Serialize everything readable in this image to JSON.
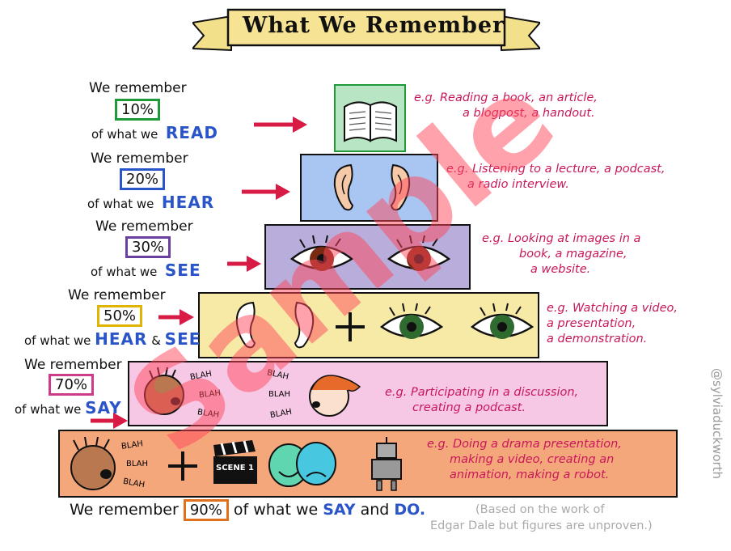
{
  "title": "What We Remember",
  "levels": [
    {
      "remember": "We remember",
      "percent": "10%",
      "of": "of what we",
      "verb": "READ",
      "eg1": "e.g. Reading a book, an article,",
      "eg2": "a blogpost, a handout.",
      "eg3": "",
      "pct_color": "#1f9a3a",
      "layer_color": "#b8e6c4"
    },
    {
      "remember": "We remember",
      "percent": "20%",
      "of": "of what we",
      "verb": "HEAR",
      "eg1": "e.g. Listening to a lecture, a podcast,",
      "eg2": "a radio interview.",
      "eg3": "",
      "pct_color": "#2a55c8",
      "layer_color": "#a9c6f2"
    },
    {
      "remember": "We remember",
      "percent": "30%",
      "of": "of what we",
      "verb": "SEE",
      "eg1": "e.g. Looking at images in a",
      "eg2": "book, a magazine,",
      "eg3": "a website.",
      "pct_color": "#6a3fa0",
      "layer_color": "#b9addb"
    },
    {
      "remember": "We remember",
      "percent": "50%",
      "of": "of what we",
      "verb": "HEAR",
      "verb_joiner": "&",
      "verb2": "SEE",
      "eg1": "e.g. Watching a video,",
      "eg2": "a presentation,",
      "eg3": "a demonstration.",
      "pct_color": "#e0b400",
      "layer_color": "#f7eaa6"
    },
    {
      "remember": "We remember",
      "percent": "70%",
      "of": "of what we",
      "verb": "SAY",
      "eg1": "e.g. Participating in a discussion,",
      "eg2": "creating a podcast.",
      "eg3": "",
      "pct_color": "#d03a8a",
      "layer_color": "#f6c8e6"
    },
    {
      "remember": "We remember",
      "percent": "90%",
      "of": "of what we",
      "verb": "SAY",
      "and": "and",
      "verb2": "DO.",
      "eg1": "e.g. Doing a drama presentation,",
      "eg2": "making a video, creating an",
      "eg3": "animation, making a robot.",
      "pct_color": "#e0701c",
      "layer_color": "#f5a77c"
    }
  ],
  "icons": {
    "scene_label": "SCENE 1",
    "blah": "BLAH"
  },
  "note_line1": "(Based on the work of",
  "note_line2": "Edgar Dale but figures are unproven.)",
  "credit": "@sylviaduckworth",
  "watermark": "Sample",
  "colors": {
    "arrow": "#d81b45",
    "text_pink": "#c8175a",
    "blue": "#2a55c8"
  }
}
